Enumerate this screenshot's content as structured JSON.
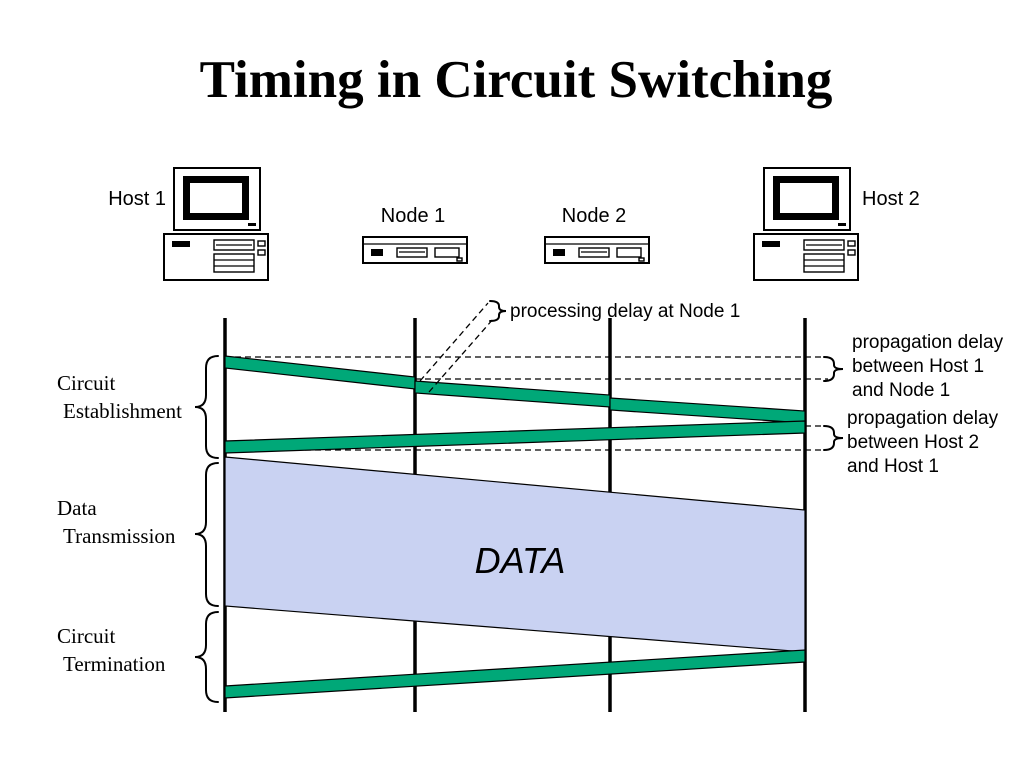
{
  "slide": {
    "title": "Timing in Circuit Switching"
  },
  "devices": {
    "host1": {
      "label": "Host 1"
    },
    "node1": {
      "label": "Node 1"
    },
    "node2": {
      "label": "Node 2"
    },
    "host2": {
      "label": "Host 2"
    }
  },
  "phases": {
    "establishment": {
      "line1": "Circuit",
      "line2": "Establishment"
    },
    "transmission": {
      "line1": "Data",
      "line2": "Transmission"
    },
    "termination": {
      "line1": "Circuit",
      "line2": "Termination"
    }
  },
  "annotations": {
    "processing_delay": {
      "text": "processing delay at Node 1"
    },
    "prop_delay_a": {
      "line1": "propagation delay",
      "line2": "between Host 1",
      "line3": "and Node 1"
    },
    "prop_delay_b": {
      "line1": "propagation delay",
      "line2": "between Host 2",
      "line3": "and Host 1"
    }
  },
  "diagram": {
    "data_label": "DATA"
  },
  "colors": {
    "title": "#ff0000",
    "signal_band": "#00a878",
    "data_region": "#c9d2f2"
  }
}
